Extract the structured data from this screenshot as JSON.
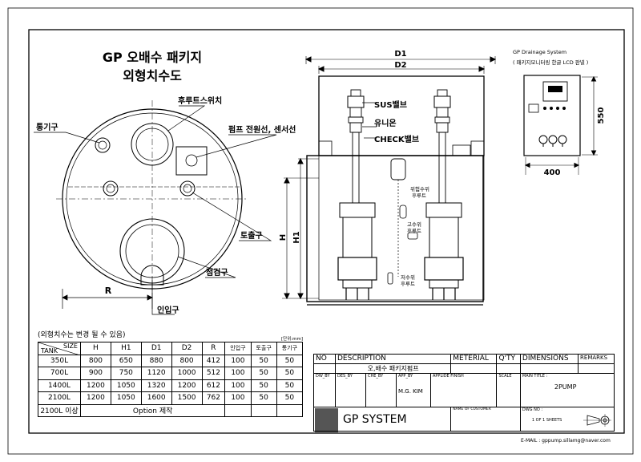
{
  "title": {
    "line1": "GP 오배수 패키지",
    "line2": "외형치수도"
  },
  "top_view_labels": {
    "vent": "통기구",
    "float_switch": "후루트스위치",
    "pump_power": "펌프 전원선, 센서선",
    "discharge": "토출구",
    "inspection": "점검구",
    "inlet": "인입구",
    "radius": "R"
  },
  "section_labels": {
    "d1": "D1",
    "d2": "D2",
    "h": "H",
    "h1": "H1",
    "sus_valve": "SUS밸브",
    "union": "유니온",
    "check_valve": "CHECK밸브",
    "warning_float": "위험수위\n후루트",
    "high_float": "고수위\n후루트",
    "low_float": "저수위\n후루트"
  },
  "panel": {
    "title": "GP Drainage System",
    "subtitle": "(   패키지모니터링 한글 LCD 판넬   )",
    "height_dim": "550",
    "width_dim": "400"
  },
  "spec_table": {
    "note": "(외형치수는 변경 될 수 있음)",
    "unit": "[단위:mm]",
    "header_corner_top": "SIZE",
    "header_corner_bottom": "TANK",
    "headers": [
      "H",
      "H1",
      "D1",
      "D2",
      "R",
      "인입구",
      "토출구",
      "통기구"
    ],
    "rows": [
      [
        "350L",
        "800",
        "650",
        "880",
        "800",
        "412",
        "100",
        "50",
        "50"
      ],
      [
        "700L",
        "900",
        "750",
        "1120",
        "1000",
        "512",
        "100",
        "50",
        "50"
      ],
      [
        "1400L",
        "1200",
        "1050",
        "1320",
        "1200",
        "612",
        "100",
        "50",
        "50"
      ],
      [
        "2100L",
        "1200",
        "1050",
        "1600",
        "1500",
        "762",
        "100",
        "50",
        "50"
      ]
    ],
    "last_row_label": "2100L 이상",
    "last_row_value": "Option 제작"
  },
  "title_block": {
    "no": "NO",
    "description": "DESCRIPTION",
    "material": "METERIAL",
    "qty": "Q'TY",
    "dimensions": "DIMENSIONS",
    "remarks": "REMARKS",
    "desc_value": "오,배수 패키지펌프",
    "dw_by": "DW_BY",
    "des_by": "DES_BY",
    "che_by": "CHE_BY",
    "app_by": "APP_BY",
    "applied_finish": "APPLIDE FINISH",
    "scale": "SCALE",
    "main_title_label": "MAIN TITLE :",
    "app_by_value": "M.G. KIM",
    "main_title_value": "2PUMP",
    "company": "GP SYSTEM",
    "customer_label": "NAME OF CUSTOMER",
    "dwg_label": "DWG NO :",
    "sheets": "1   OF   1  SHEETS",
    "email": "E-MAIL : gppump.sillamg@naver.com"
  },
  "colors": {
    "line": "#000000",
    "logo_gray": "#555555",
    "background": "#ffffff"
  }
}
